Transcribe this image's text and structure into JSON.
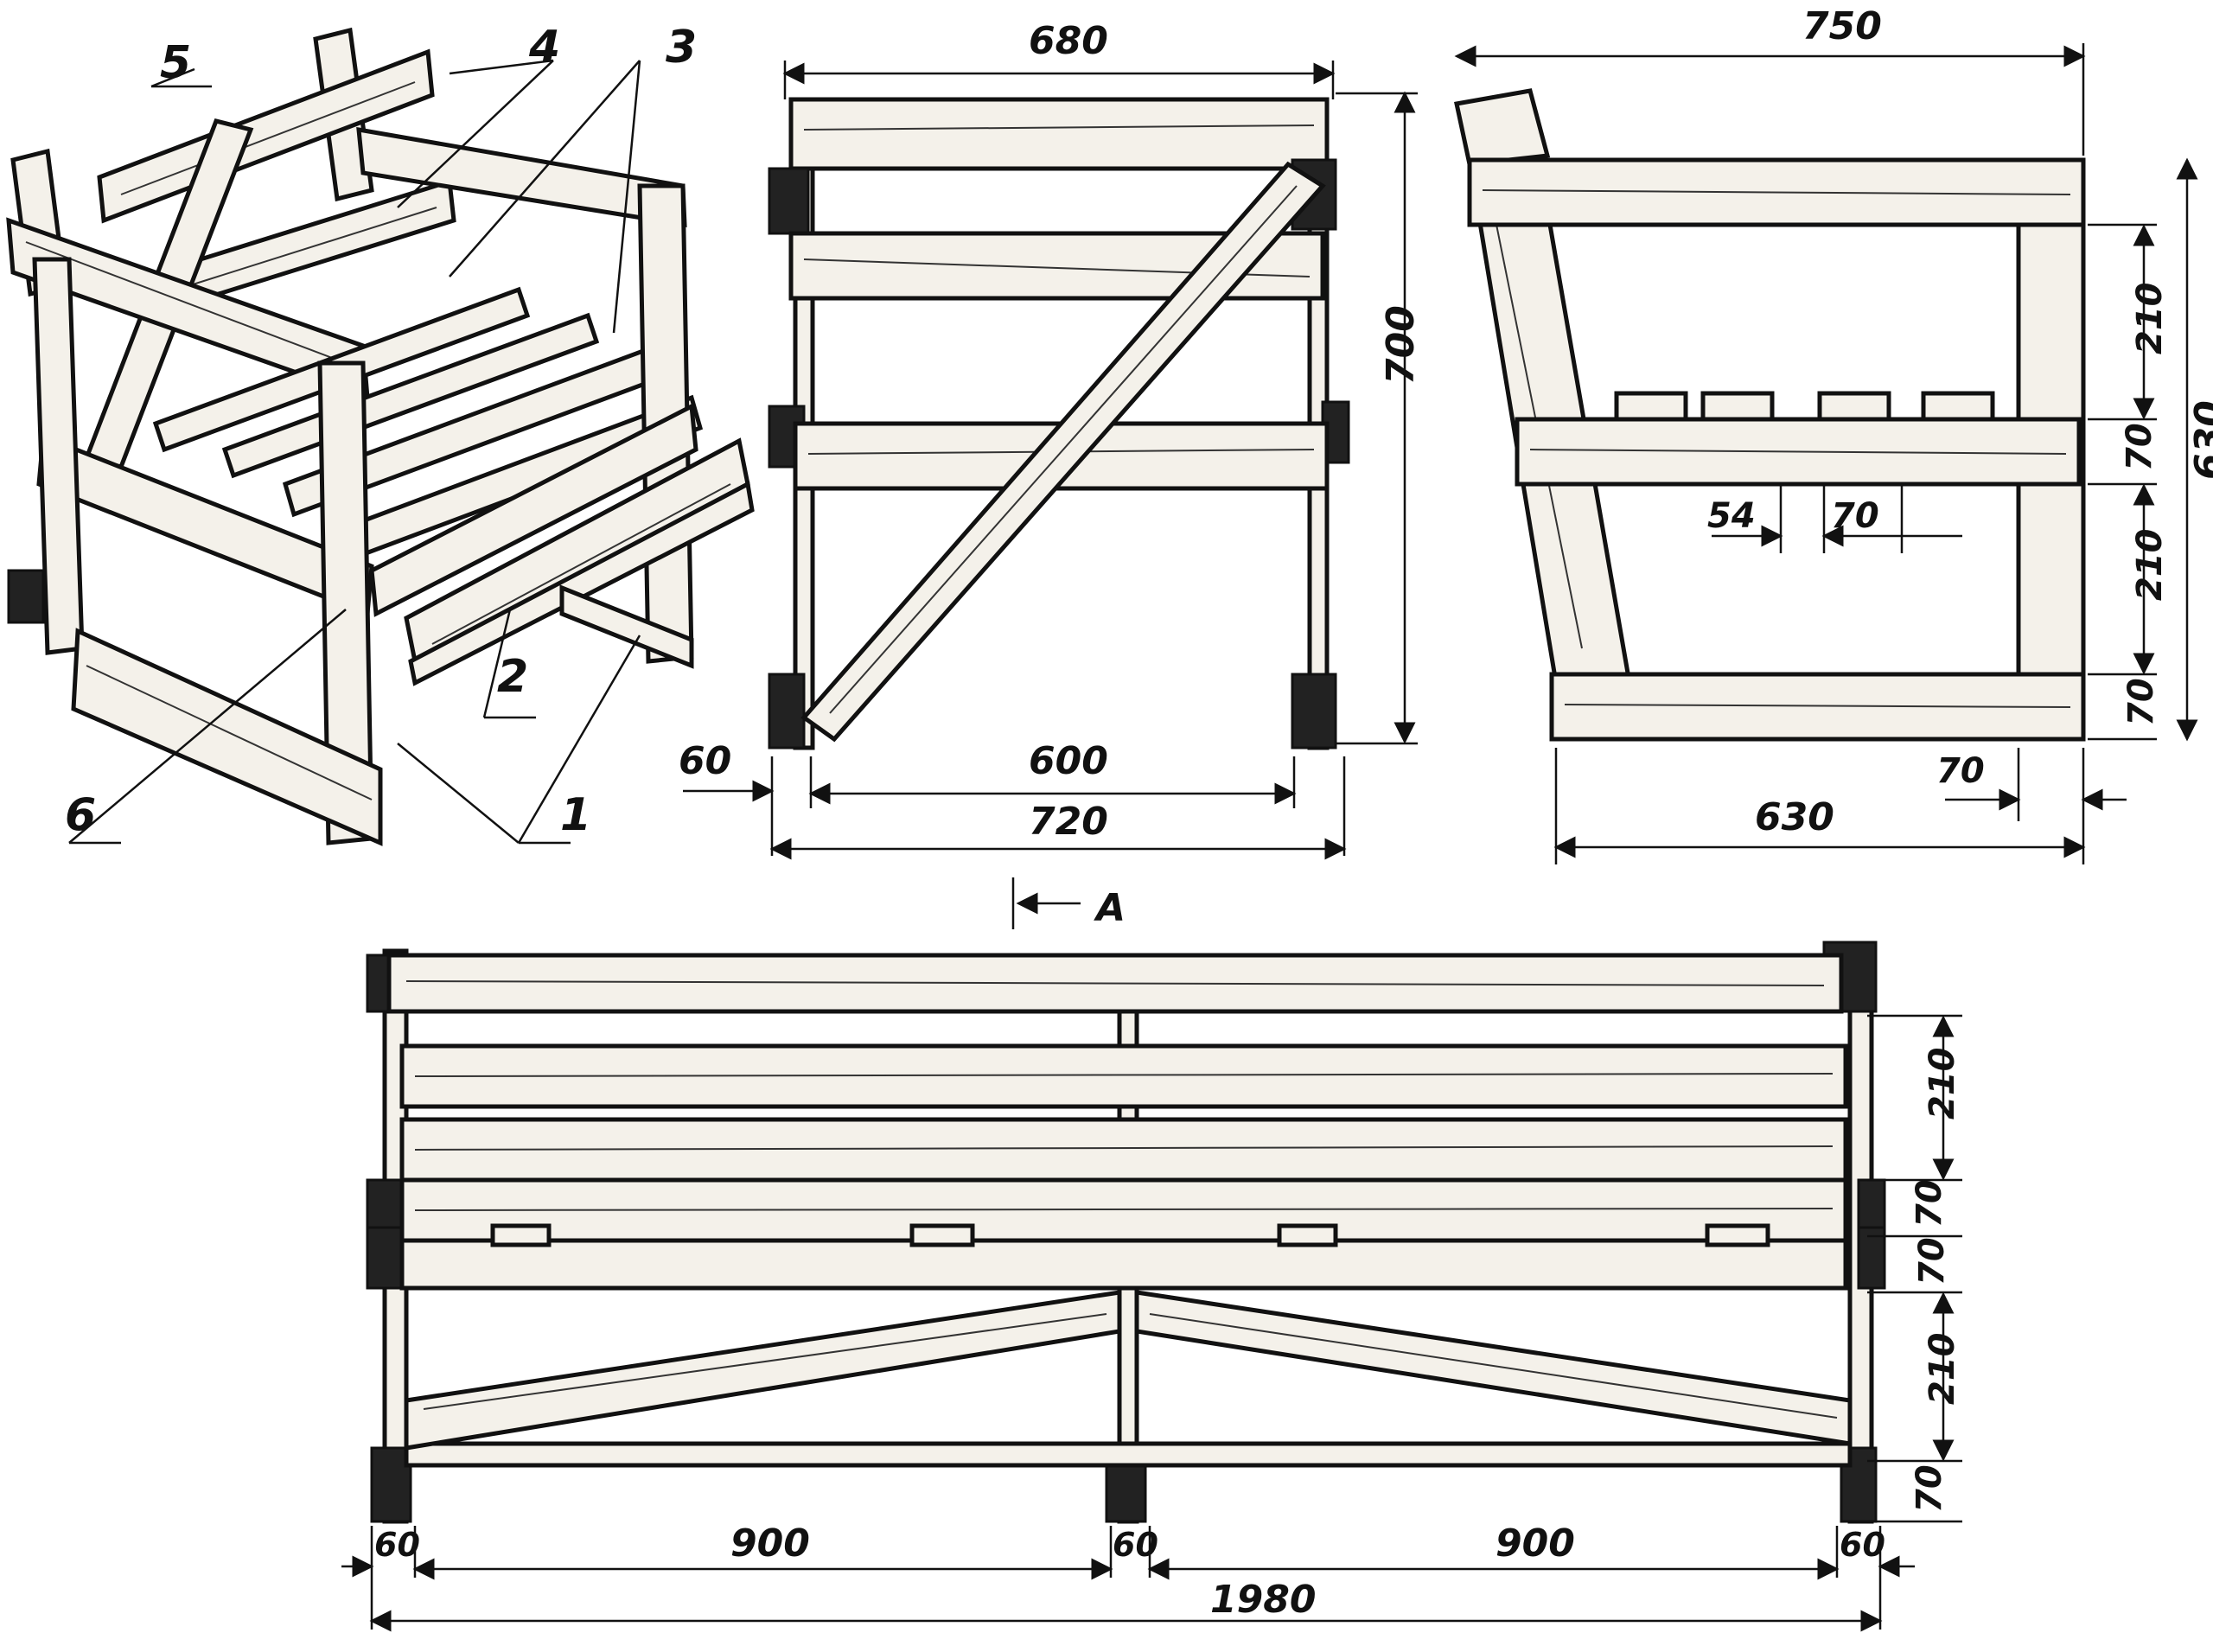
{
  "part_labels": [
    "1",
    "2",
    "3",
    "4",
    "5",
    "6"
  ],
  "section_marker": "A",
  "front_view": {
    "top_width": "680",
    "height": "700",
    "leg_width": "60",
    "inner_width": "600",
    "overall_width": "720"
  },
  "side_view": {
    "top_width": "750",
    "overall_height": "630",
    "right_dims": [
      "210",
      "70",
      "210",
      "70"
    ],
    "slat_width": "54",
    "slat_gap": "70",
    "bottom_right": "70",
    "bottom_width": "630"
  },
  "long_view": {
    "left_leg": "60",
    "left_span": "900",
    "middle_leg": "60",
    "right_span": "900",
    "right_leg": "60",
    "overall_length": "1980",
    "right_dims": [
      "210",
      "70",
      "70",
      "210",
      "70"
    ]
  },
  "colors": {
    "ink": "#111111",
    "paper": "#ffffff",
    "wood": "#f4f1ea"
  }
}
